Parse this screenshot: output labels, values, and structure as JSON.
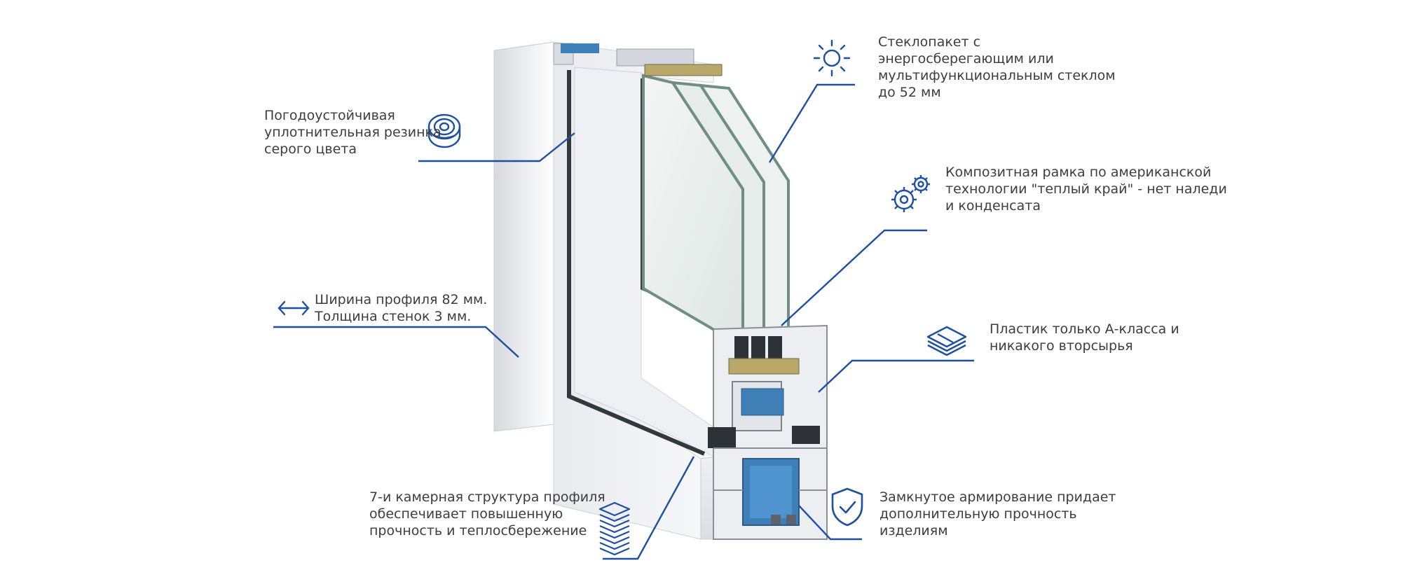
{
  "colors": {
    "accent": "#1f4fa0",
    "text": "#3d3d3d",
    "frame_face": "#f2f3f6",
    "glass": "#6f8f82",
    "reinforcement": "#3f7fb8"
  },
  "features": [
    {
      "id": "glass-unit",
      "icon": "sun-icon",
      "lines": [
        "Стеклопакет с",
        "энергосберегающим или",
        "мультифункциональным стеклом",
        "до 52 мм"
      ]
    },
    {
      "id": "seal",
      "icon": "seal-rings-icon",
      "lines": [
        "Погодоустойчивая",
        "уплотнительная резинка",
        "серого цвета"
      ]
    },
    {
      "id": "warm-edge",
      "icon": "gears-icon",
      "lines": [
        "Композитная рамка по американской",
        "технологии \"теплый край\" - нет наледи",
        "и конденсата"
      ]
    },
    {
      "id": "profile-width",
      "icon": "double-arrow-icon",
      "lines": [
        "Ширина профиля 82 мм.",
        "Толщина стенок 3 мм."
      ]
    },
    {
      "id": "plastic",
      "icon": "layers-icon",
      "lines": [
        "Пластик только А-класса и",
        "никакого вторсырья"
      ]
    },
    {
      "id": "chambers",
      "icon": "stack-icon",
      "lines": [
        "7-и камерная структура профиля",
        "обеспечивает повышенную",
        "прочность и теплосбережение"
      ]
    },
    {
      "id": "reinforcement",
      "icon": "shield-check-icon",
      "lines": [
        "Замкнутое армирование придает",
        "дополнительную прочность",
        "изделиям"
      ]
    }
  ]
}
